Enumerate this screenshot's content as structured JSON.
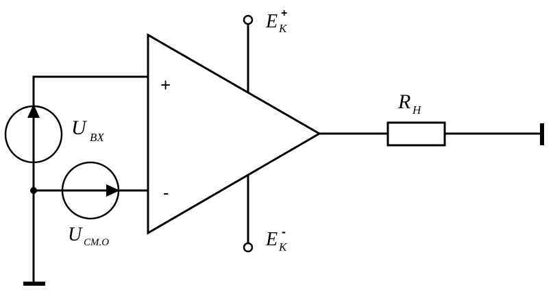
{
  "opamp": {
    "plus": "+",
    "minus": "-"
  },
  "supply_pos": {
    "main": "E",
    "sub": "K",
    "sup": "+"
  },
  "supply_neg": {
    "main": "E",
    "sub": "K",
    "sup": "-"
  },
  "input_source": {
    "main": "U",
    "sub": "BX"
  },
  "offset_source": {
    "main": "U",
    "sub": "CM.O"
  },
  "load_resistor": {
    "main": "R",
    "sub": "H"
  }
}
